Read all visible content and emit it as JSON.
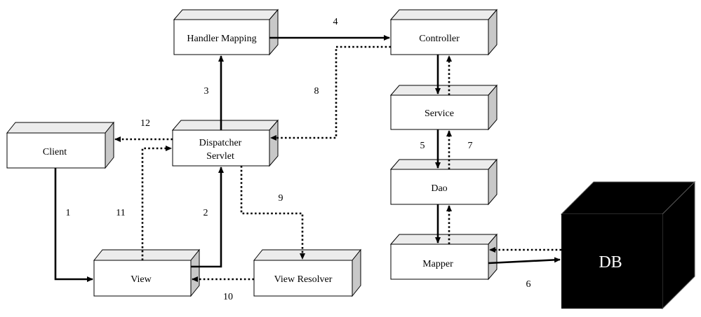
{
  "diagram": {
    "nodes": {
      "handler_mapping": "Handler Mapping",
      "controller": "Controller",
      "service": "Service",
      "dao": "Dao",
      "mapper": "Mapper",
      "client": "Client",
      "dispatcher_line1": "Dispatcher",
      "dispatcher_line2": "Servlet",
      "view": "View",
      "view_resolver": "View Resolver",
      "db": "DB"
    },
    "steps": [
      "1",
      "2",
      "3",
      "4",
      "5",
      "6",
      "7",
      "8",
      "9",
      "10",
      "11",
      "12"
    ],
    "colors": {
      "line": "#000000",
      "box": "#ffffff",
      "db": "#000000"
    }
  }
}
